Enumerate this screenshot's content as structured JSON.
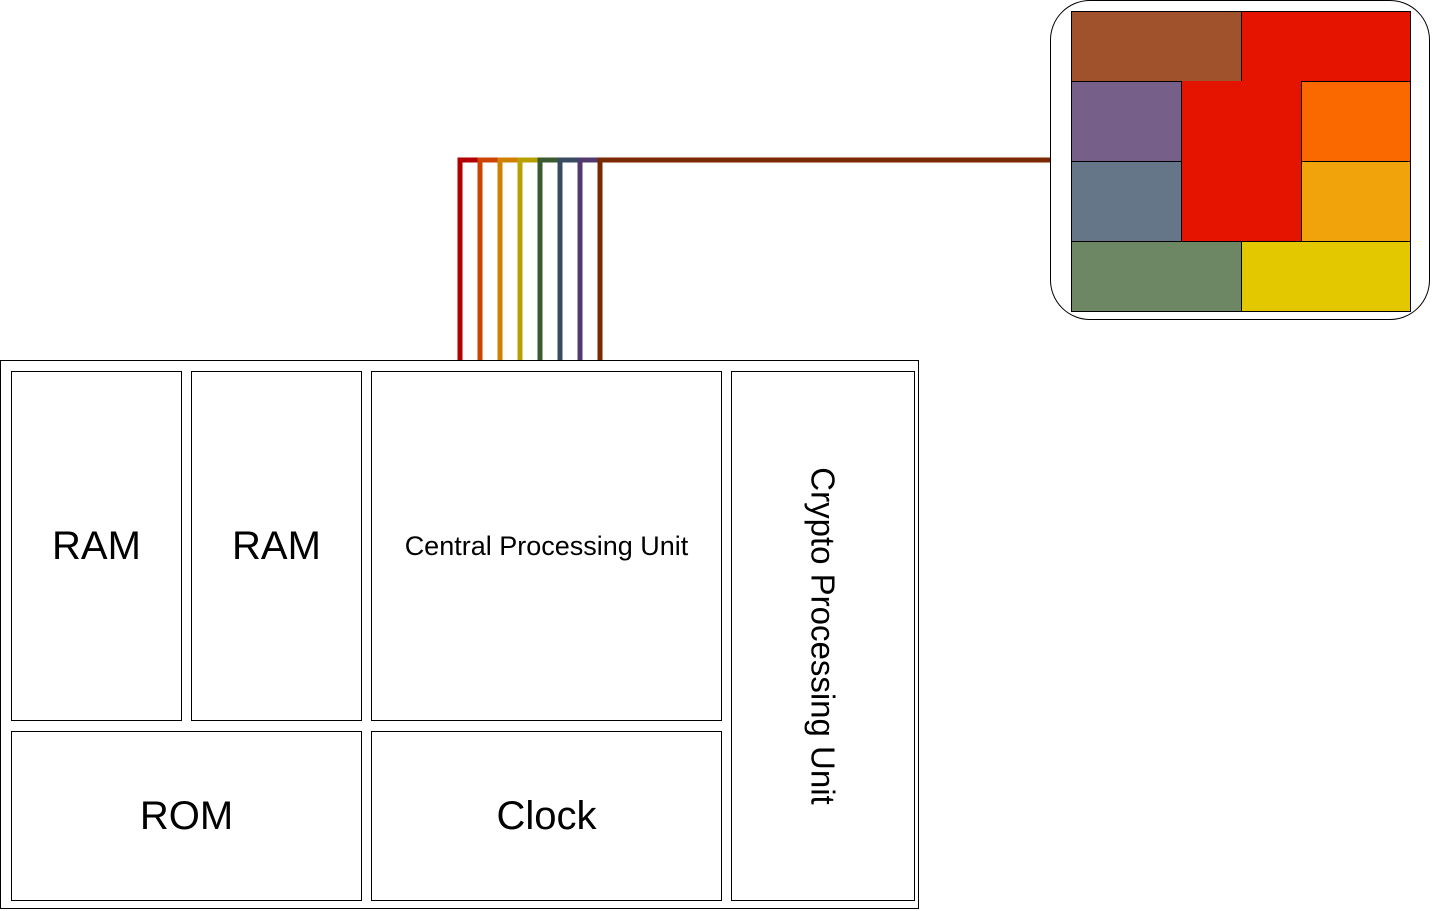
{
  "diagram": {
    "board": {
      "ram_1": "RAM",
      "ram_2": "RAM",
      "cpu": "Central Processing Unit",
      "crypto": "Crypto Processing Unit",
      "rom": "ROM",
      "clock": "Clock"
    },
    "bus_wire_colors": [
      "#B20000",
      "#CC4400",
      "#D08000",
      "#B8A000",
      "#3A5A30",
      "#3A4A60",
      "#503A70",
      "#7A2800"
    ],
    "chip_tile_colors": {
      "brown": "#A0522D",
      "red": "#E51400",
      "purple": "#76608A",
      "orange": "#FA6800",
      "slate": "#647687",
      "amber": "#F0A30A",
      "olive_green": "#6D8764",
      "yellow": "#E3C800"
    }
  }
}
